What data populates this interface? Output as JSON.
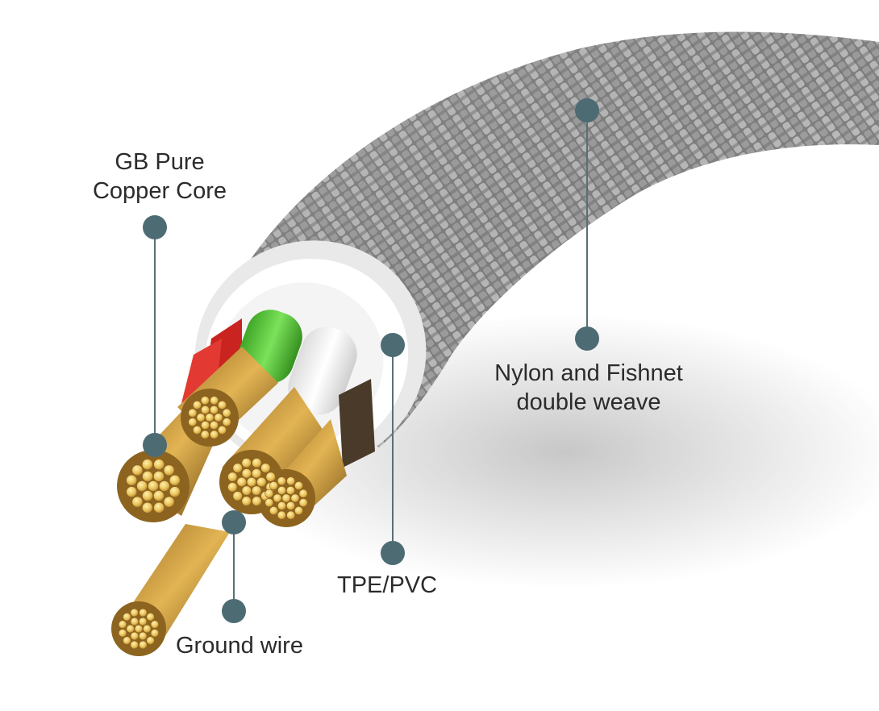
{
  "callouts": {
    "copper_core": {
      "line1": "GB Pure",
      "line2": "Copper Core"
    },
    "outer_sheath": {
      "line1": "Nylon and Fishnet",
      "line2": "double weave"
    },
    "insulation": {
      "text": "TPE/PVC"
    },
    "ground": {
      "text": "Ground wire"
    }
  },
  "colors": {
    "callout_marker": "#4d6b73",
    "label_text": "#2b2b2b",
    "braid": "#8a8a8a",
    "copper": "#d4a640",
    "wire_red": "#d8322c",
    "wire_green": "#5ccf3a",
    "wire_white": "#f2f2f2"
  }
}
